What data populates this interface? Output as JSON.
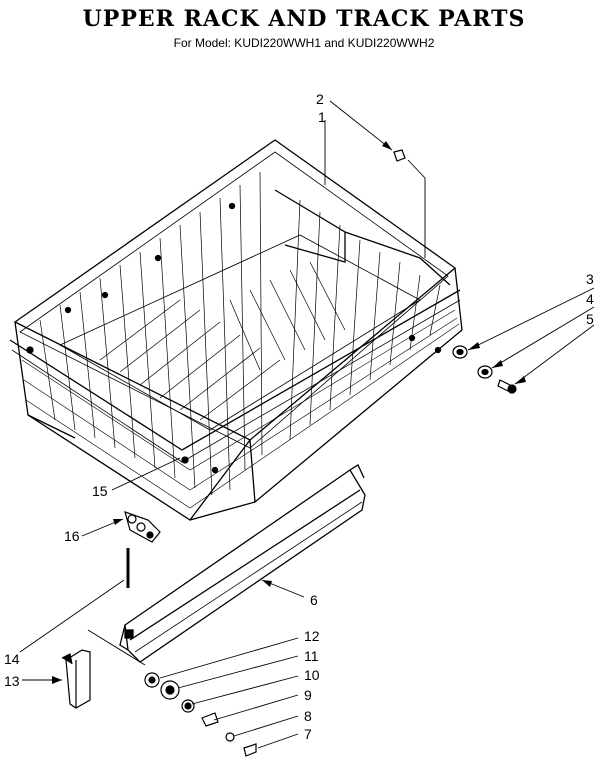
{
  "title": "UPPER RACK AND TRACK PARTS",
  "subtitle": "For Model: KUDI220WWH1 and KUDI220WWH2",
  "callouts": {
    "c1": "1",
    "c2": "2",
    "c3": "3",
    "c4": "4",
    "c5": "5",
    "c6": "6",
    "c7": "7",
    "c8": "8",
    "c9": "9",
    "c10": "10",
    "c11": "11",
    "c12": "12",
    "c13": "13",
    "c14": "14",
    "c15": "15",
    "c16": "16"
  }
}
